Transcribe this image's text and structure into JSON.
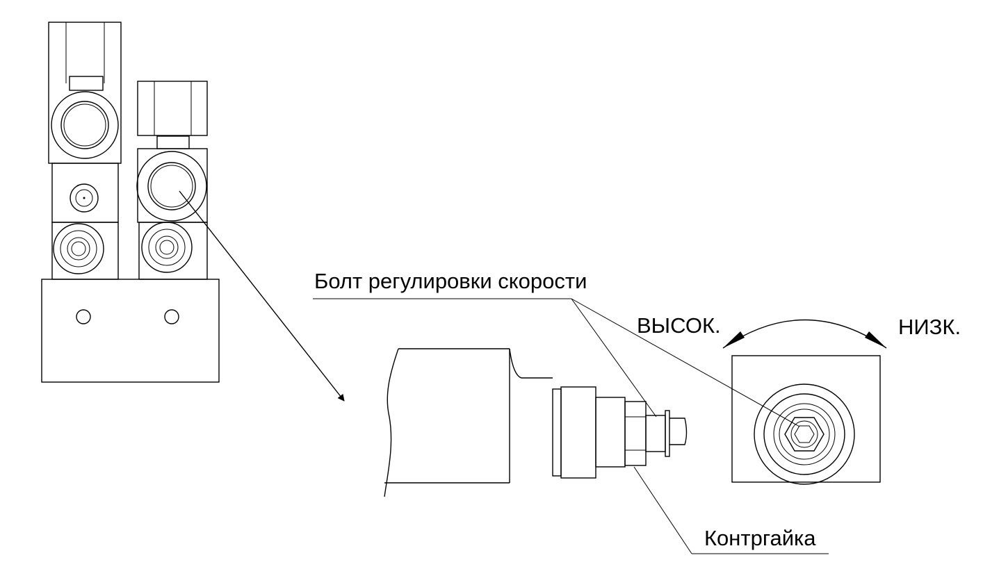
{
  "labels": {
    "speed_bolt": "Болт регулировки скорости",
    "high": "ВЫСОК.",
    "low": "НИЗК.",
    "locknut": "Контргайка"
  },
  "colors": {
    "line": "#000000",
    "background": "#ffffff"
  }
}
